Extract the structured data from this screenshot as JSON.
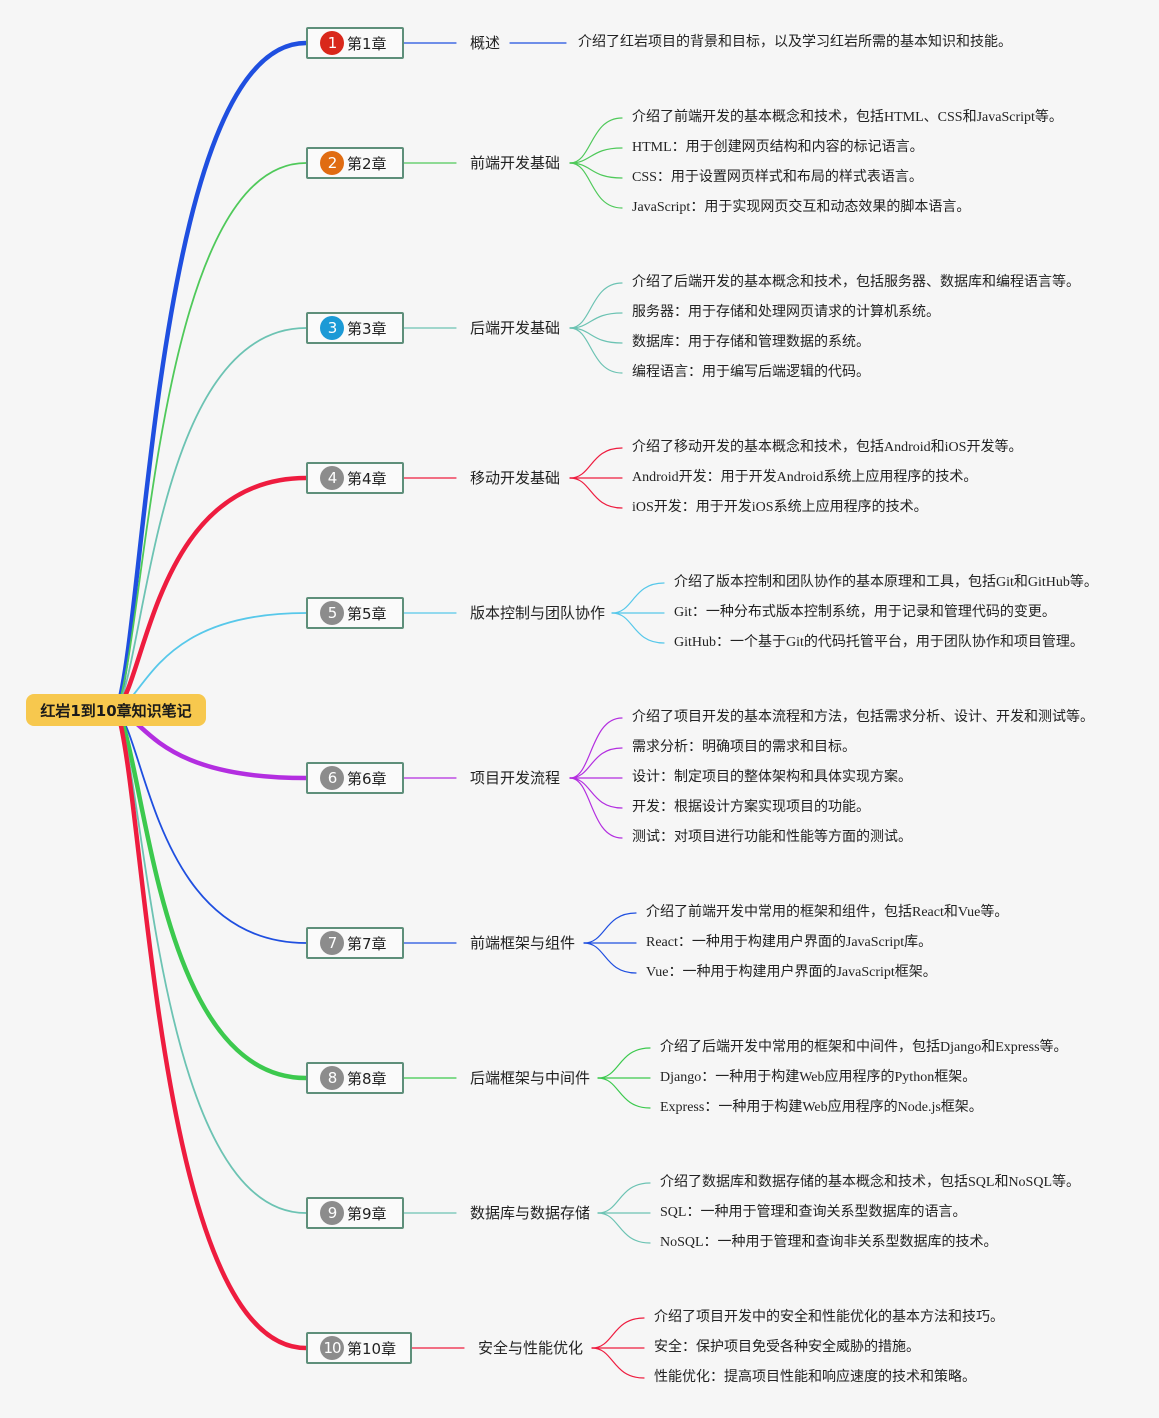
{
  "root": {
    "title": "红岩1到10章知识笔记"
  },
  "colors": {
    "badges": [
      "#d9281b",
      "#e06c12",
      "#1c9ad6",
      "#8c8c8c",
      "#8c8c8c",
      "#8c8c8c",
      "#8c8c8c",
      "#8c8c8c",
      "#8c8c8c",
      "#8c8c8c"
    ],
    "branches": [
      "#1f4fe0",
      "#4fc95a",
      "#6cc3b3",
      "#ee1c3f",
      "#57c8ea",
      "#b32ee0",
      "#1f4fe0",
      "#3cc94e",
      "#6cc3b3",
      "#ee1c3f"
    ]
  },
  "chapters": [
    {
      "num": "1",
      "label": "第1章",
      "topic": "概述",
      "details": [
        "介绍了红岩项目的背景和目标，以及学习红岩所需的基本知识和技能。"
      ]
    },
    {
      "num": "2",
      "label": "第2章",
      "topic": "前端开发基础",
      "details": [
        "介绍了前端开发的基本概念和技术，包括HTML、CSS和JavaScript等。",
        "HTML：用于创建网页结构和内容的标记语言。",
        "CSS：用于设置网页样式和布局的样式表语言。",
        "JavaScript：用于实现网页交互和动态效果的脚本语言。"
      ]
    },
    {
      "num": "3",
      "label": "第3章",
      "topic": "后端开发基础",
      "details": [
        "介绍了后端开发的基本概念和技术，包括服务器、数据库和编程语言等。",
        "服务器：用于存储和处理网页请求的计算机系统。",
        "数据库：用于存储和管理数据的系统。",
        "编程语言：用于编写后端逻辑的代码。"
      ]
    },
    {
      "num": "4",
      "label": "第4章",
      "topic": "移动开发基础",
      "details": [
        "介绍了移动开发的基本概念和技术，包括Android和iOS开发等。",
        "Android开发：用于开发Android系统上应用程序的技术。",
        "iOS开发：用于开发iOS系统上应用程序的技术。"
      ]
    },
    {
      "num": "5",
      "label": "第5章",
      "topic": "版本控制与团队协作",
      "details": [
        "介绍了版本控制和团队协作的基本原理和工具，包括Git和GitHub等。",
        "Git：一种分布式版本控制系统，用于记录和管理代码的变更。",
        "GitHub：一个基于Git的代码托管平台，用于团队协作和项目管理。"
      ]
    },
    {
      "num": "6",
      "label": "第6章",
      "topic": "项目开发流程",
      "details": [
        "介绍了项目开发的基本流程和方法，包括需求分析、设计、开发和测试等。",
        "需求分析：明确项目的需求和目标。",
        "设计：制定项目的整体架构和具体实现方案。",
        "开发：根据设计方案实现项目的功能。",
        "测试：对项目进行功能和性能等方面的测试。"
      ]
    },
    {
      "num": "7",
      "label": "第7章",
      "topic": "前端框架与组件",
      "details": [
        "介绍了前端开发中常用的框架和组件，包括React和Vue等。",
        "React：一种用于构建用户界面的JavaScript库。",
        "Vue：一种用于构建用户界面的JavaScript框架。"
      ]
    },
    {
      "num": "8",
      "label": "第8章",
      "topic": "后端框架与中间件",
      "details": [
        "介绍了后端开发中常用的框架和中间件，包括Django和Express等。",
        "Django：一种用于构建Web应用程序的Python框架。",
        "Express：一种用于构建Web应用程序的Node.js框架。"
      ]
    },
    {
      "num": "9",
      "label": "第9章",
      "topic": "数据库与数据存储",
      "details": [
        "介绍了数据库和数据存储的基本概念和技术，包括SQL和NoSQL等。",
        "SQL：一种用于管理和查询关系型数据库的语言。",
        "NoSQL：一种用于管理和查询非关系型数据库的技术。"
      ]
    },
    {
      "num": "10",
      "label": "第10章",
      "topic": "安全与性能优化",
      "details": [
        "介绍了项目开发中的安全和性能优化的基本方法和技巧。",
        "安全：保护项目免受各种安全威胁的措施。",
        "性能优化：提高项目性能和响应速度的技术和策略。"
      ]
    }
  ]
}
